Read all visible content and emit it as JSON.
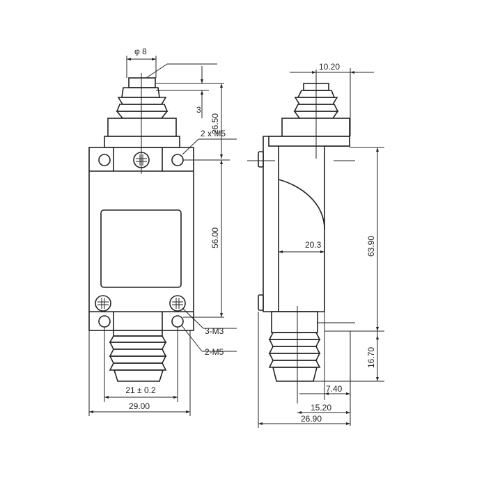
{
  "front_view": {
    "labels": {
      "pin_diameter": "φ 8",
      "plunger_height": "26.50",
      "plunger_travel": "3",
      "top_holes": "2 x M5",
      "body_height": "56.00",
      "screws": "3-M3",
      "bottom_holes": "2-M5",
      "hole_spacing": "21 ± 0.2",
      "body_width": "29.00"
    }
  },
  "side_view": {
    "labels": {
      "plunger_offset": "10.20",
      "cam_depth": "20.3",
      "body_height": "63.90",
      "bottom_plunger_height": "16.70",
      "bottom_plunger_offset": "7.40",
      "bottom_plunger_center": "15.20",
      "overall_depth": "26.90"
    }
  },
  "colors": {
    "line": "#222222",
    "background": "#ffffff"
  }
}
